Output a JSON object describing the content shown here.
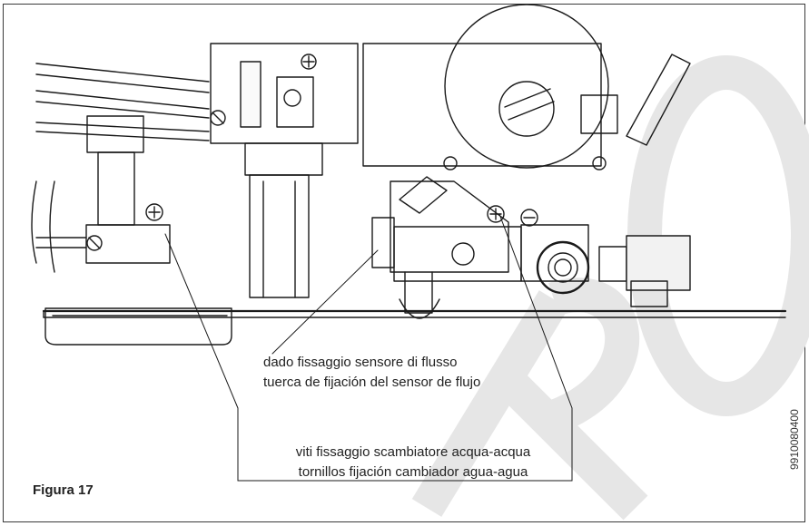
{
  "figure": {
    "title": "Figura 17",
    "code": "9910080400"
  },
  "callouts": {
    "flow_sensor": {
      "line1": "dado fissaggio sensore di flusso",
      "line2": "tuerca de fijación del sensor de flujo"
    },
    "exchanger": {
      "line1": "viti fissaggio scambiatore acqua-acqua",
      "line2": "tornillos fijación cambiador agua-agua"
    }
  },
  "watermark": {
    "color": "#e6e6e6"
  }
}
